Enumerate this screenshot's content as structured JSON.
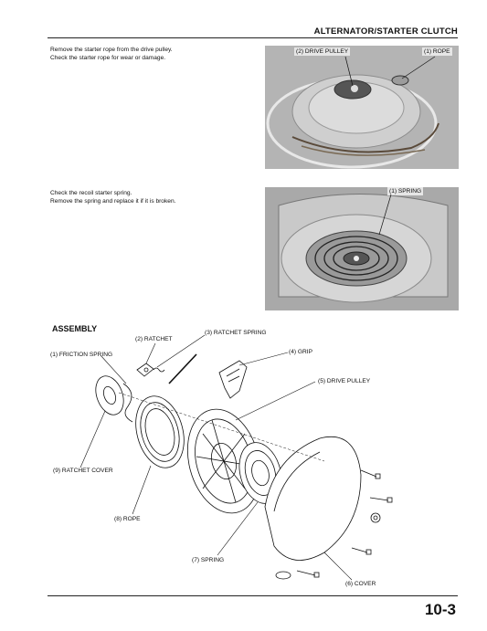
{
  "header": {
    "section_title": "ALTERNATOR/STARTER CLUTCH"
  },
  "step1": {
    "lines": [
      "Remove the starter rope from the drive pulley.",
      "Check the starter rope for wear or damage."
    ],
    "photo_labels": {
      "drive_pulley": "(2) DRIVE PULLEY",
      "rope": "(1) ROPE"
    }
  },
  "step2": {
    "lines": [
      "Check the recoil starter spring.",
      "Remove the spring and replace it if it is broken."
    ],
    "photo_labels": {
      "spring": "(1) SPRING"
    }
  },
  "assembly": {
    "title": "ASSEMBLY",
    "callouts": {
      "friction_spring": "(1) FRICTION SPRING",
      "ratchet": "(2) RATCHET",
      "ratchet_spring": "(3) RATCHET SPRING",
      "grip": "(4) GRIP",
      "drive_pulley": "(5) DRIVE PULLEY",
      "cover": "(6) COVER",
      "spring": "(7) SPRING",
      "rope": "(8) ROPE",
      "ratchet_cover": "(9) RATCHET COVER"
    }
  },
  "footer": {
    "page_number": "10-3"
  }
}
